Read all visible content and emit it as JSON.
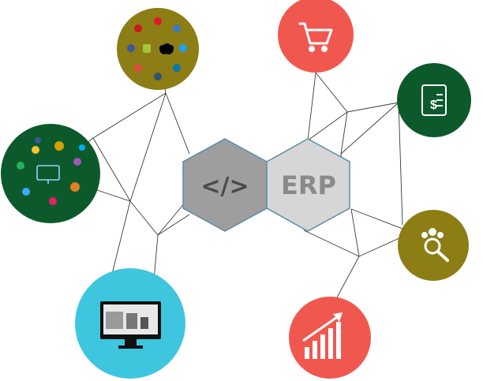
{
  "hubs": {
    "code": {
      "label": "</>",
      "fill": "#9e9e9e",
      "text_color": "#4a4a4a"
    },
    "erp": {
      "label": "ERP",
      "fill": "#d6d6d6",
      "text_color": "#8a8a8a"
    }
  },
  "nodes": [
    {
      "name": "social-media-node",
      "icon": "social-media-icons",
      "fill": "#8c7d14"
    },
    {
      "name": "ecommerce-node",
      "icon": "shopping-cart-icon",
      "fill": "#f0584f"
    },
    {
      "name": "invoice-node",
      "icon": "invoice-document-icon",
      "fill": "#0c5a2c"
    },
    {
      "name": "network-node",
      "icon": "social-network-icon",
      "fill": "#0c5a2c"
    },
    {
      "name": "customer-search-node",
      "icon": "user-search-icon",
      "fill": "#8c7d14"
    },
    {
      "name": "website-node",
      "icon": "desktop-monitor-icon",
      "fill": "#3ec6df"
    },
    {
      "name": "growth-chart-node",
      "icon": "growth-chart-icon",
      "fill": "#f0584f"
    }
  ],
  "colors": {
    "line": "#3a3a3a",
    "hub_border": "#5f8ca8"
  }
}
